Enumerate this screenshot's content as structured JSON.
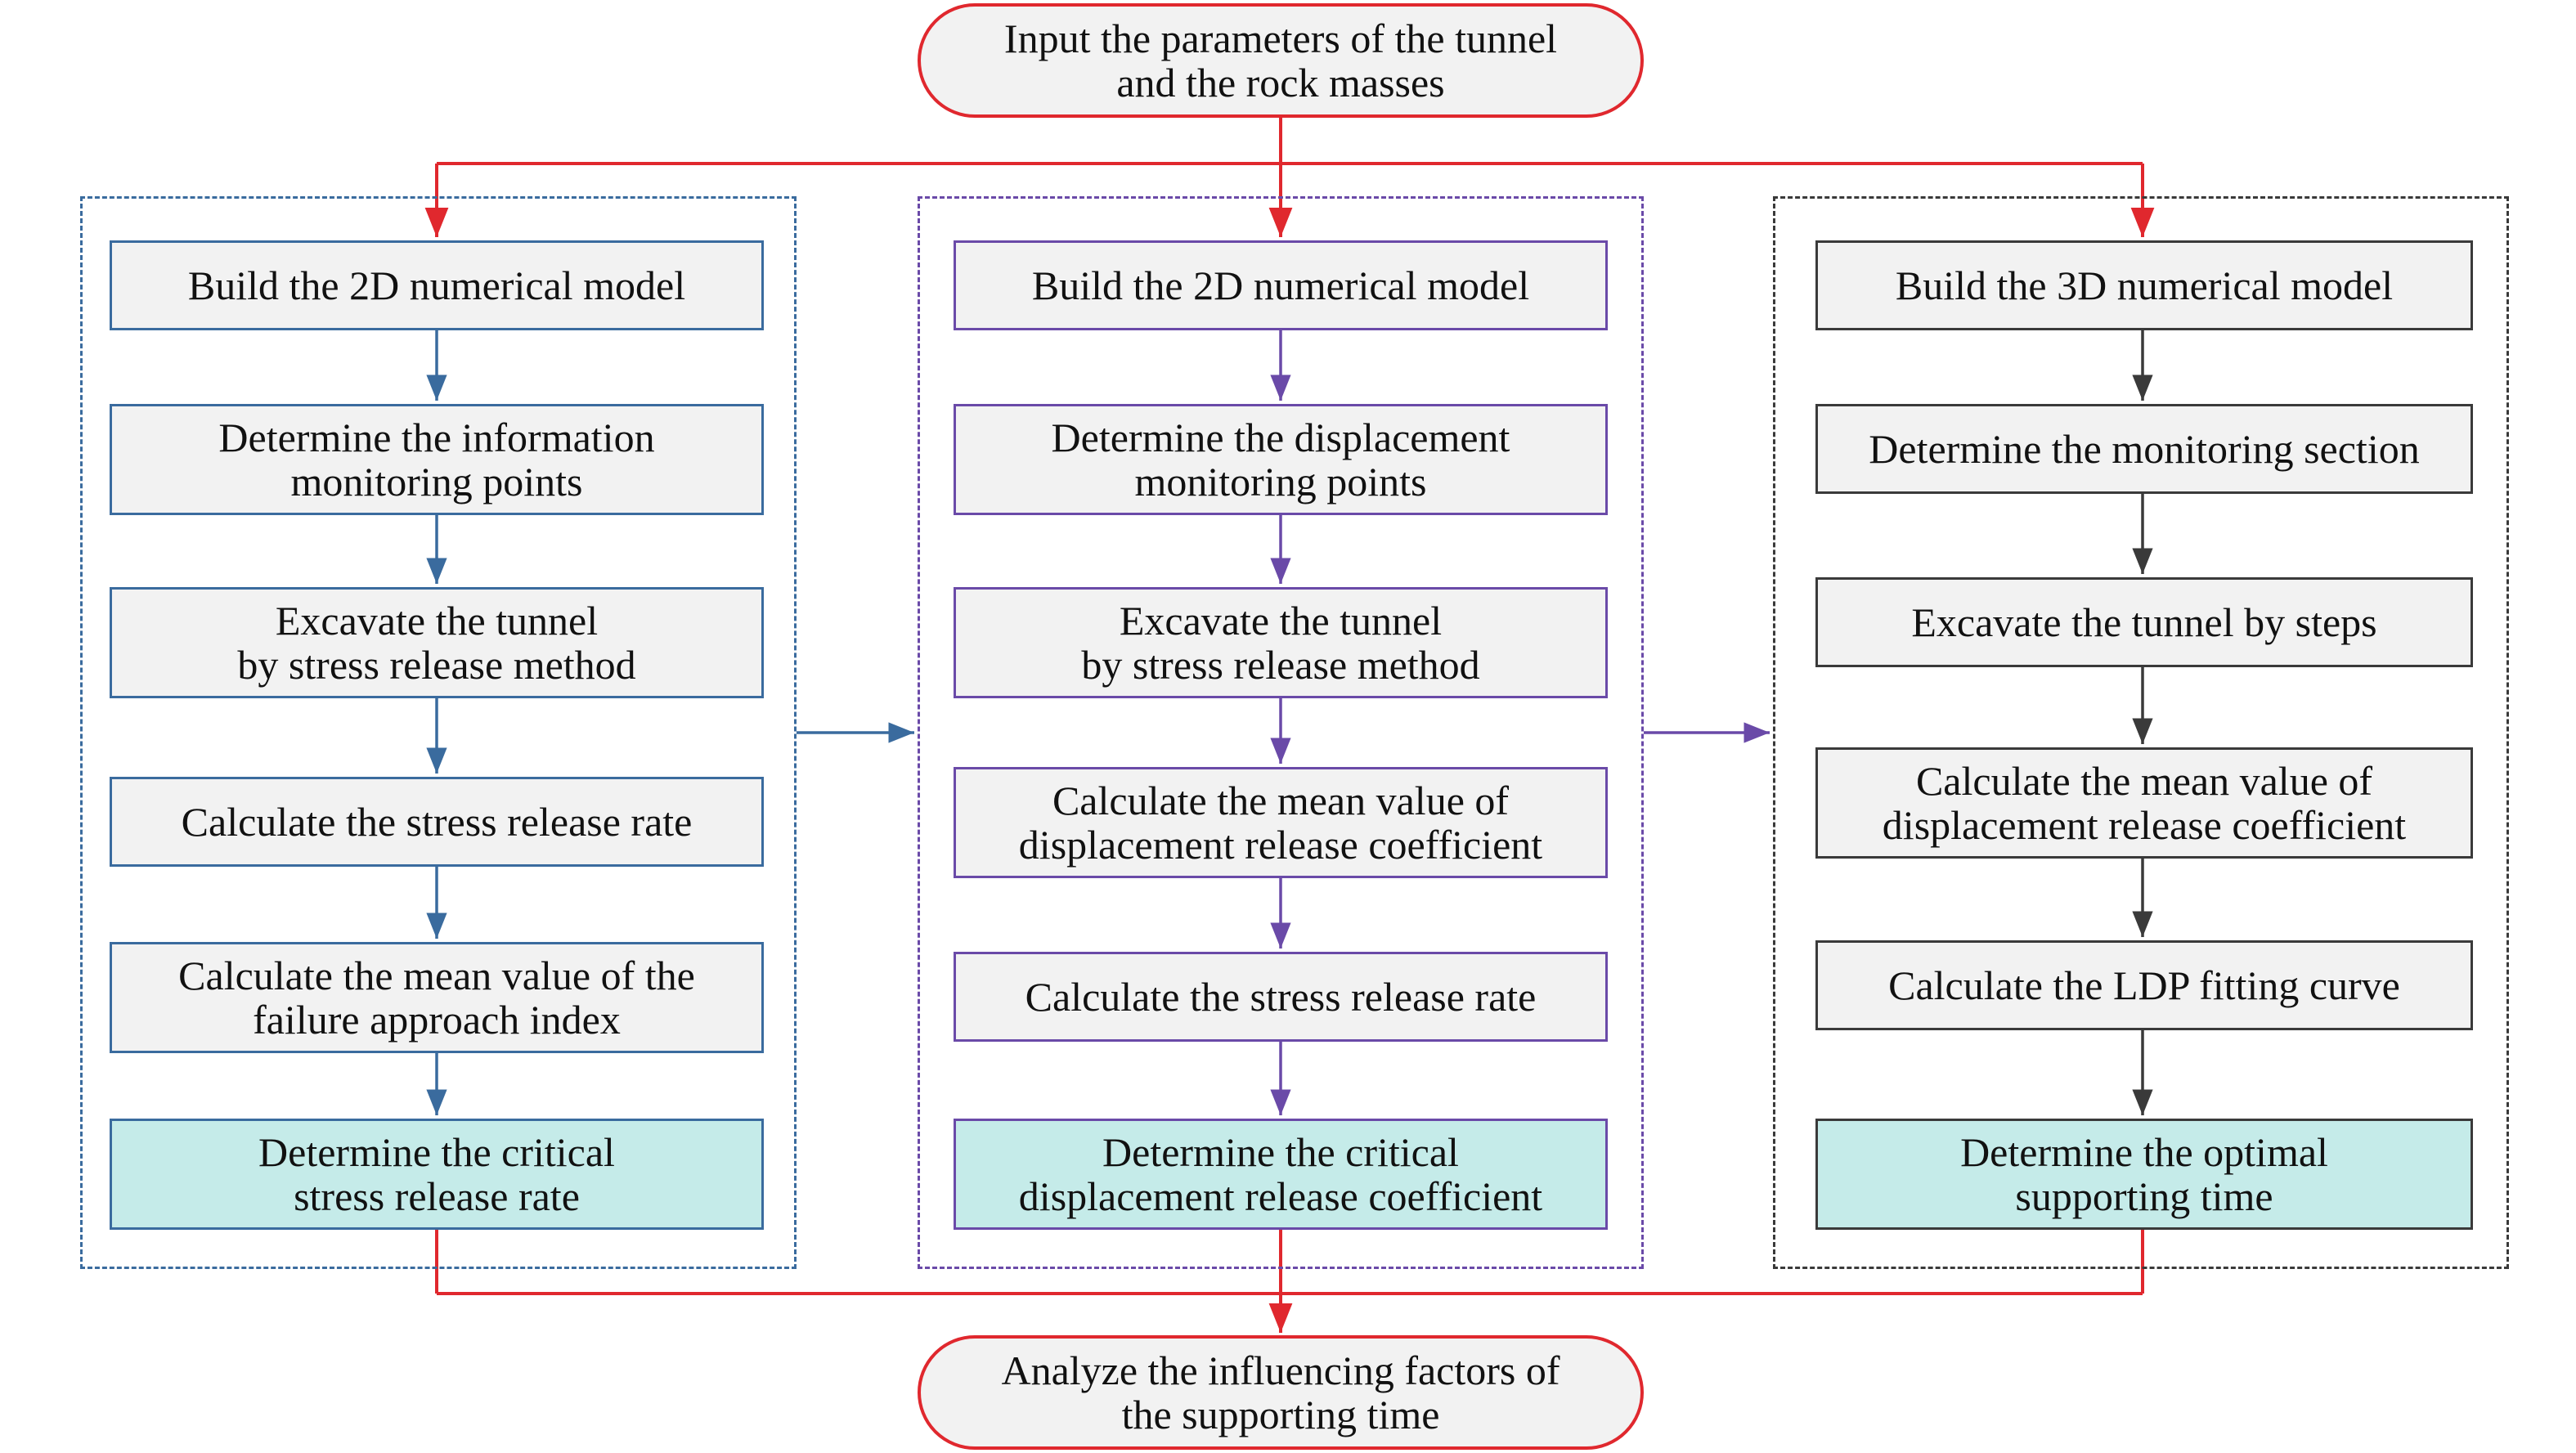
{
  "colors": {
    "red": "#e0282e",
    "blue": "#3a6b9e",
    "purple": "#6a4aa8",
    "dark": "#3a3a3a",
    "box_fill": "#f2f2f2",
    "final_fill": "#c5ebe9"
  },
  "start": {
    "text": "Input the parameters of the tunnel\nand the rock masses"
  },
  "end": {
    "text": "Analyze the influencing factors of\nthe supporting time"
  },
  "column1": {
    "steps": [
      "Build the 2D numerical model",
      "Determine the information\nmonitoring points",
      "Excavate the tunnel\nby stress release method",
      "Calculate the stress release rate",
      "Calculate the mean value of the\nfailure approach index",
      "Determine the critical\nstress release rate"
    ]
  },
  "column2": {
    "steps": [
      "Build the 2D numerical model",
      "Determine the displacement\nmonitoring points",
      "Excavate the tunnel\nby stress release method",
      "Calculate the mean value of\ndisplacement release coefficient",
      "Calculate the stress release rate",
      "Determine the critical\ndisplacement release coefficient"
    ]
  },
  "column3": {
    "steps": [
      "Build the 3D numerical model",
      "Determine the monitoring section",
      "Excavate the tunnel by steps",
      "Calculate the mean value of\ndisplacement release coefficient",
      "Calculate the LDP fitting curve",
      "Determine the optimal\nsupporting time"
    ]
  }
}
